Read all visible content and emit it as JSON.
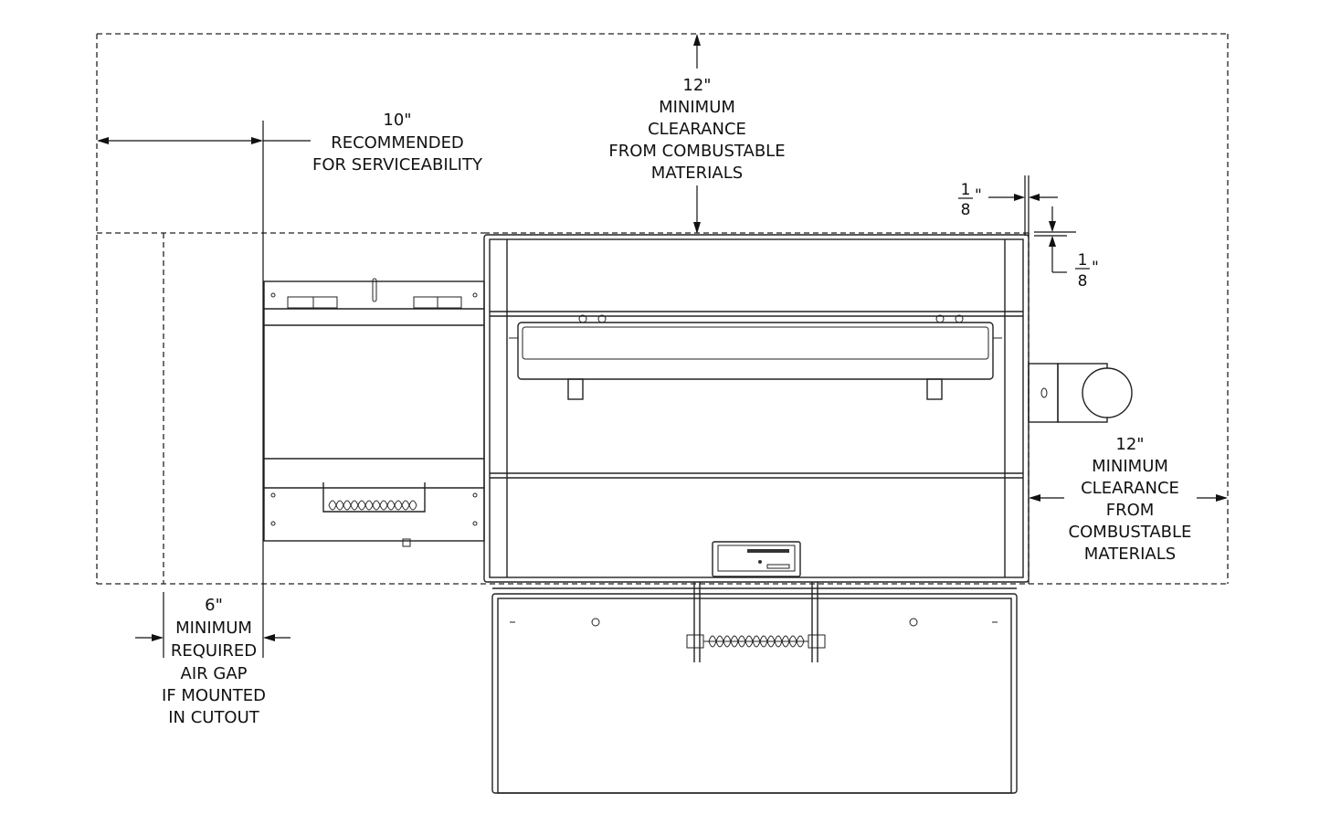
{
  "dimensions": {
    "top_clearance": {
      "value": "12\"",
      "lines": [
        "MINIMUM",
        "CLEARANCE",
        "FROM COMBUSTABLE",
        "MATERIALS"
      ]
    },
    "side_service": {
      "value": "10\"",
      "lines": [
        "RECOMMENDED",
        "FOR SERVICEABILITY"
      ]
    },
    "corner_gap_top": {
      "numerator": "1",
      "denominator": "8",
      "unit": "\""
    },
    "corner_gap_side": {
      "numerator": "1",
      "denominator": "8",
      "unit": "\""
    },
    "right_clearance": {
      "value": "12\"",
      "lines": [
        "MINIMUM",
        "CLEARANCE",
        "FROM",
        "COMBUSTABLE",
        "MATERIALS"
      ]
    },
    "air_gap": {
      "value": "6\"",
      "lines": [
        "MINIMUM",
        "REQUIRED",
        "AIR GAP",
        "IF MOUNTED",
        "IN CUTOUT"
      ]
    }
  }
}
